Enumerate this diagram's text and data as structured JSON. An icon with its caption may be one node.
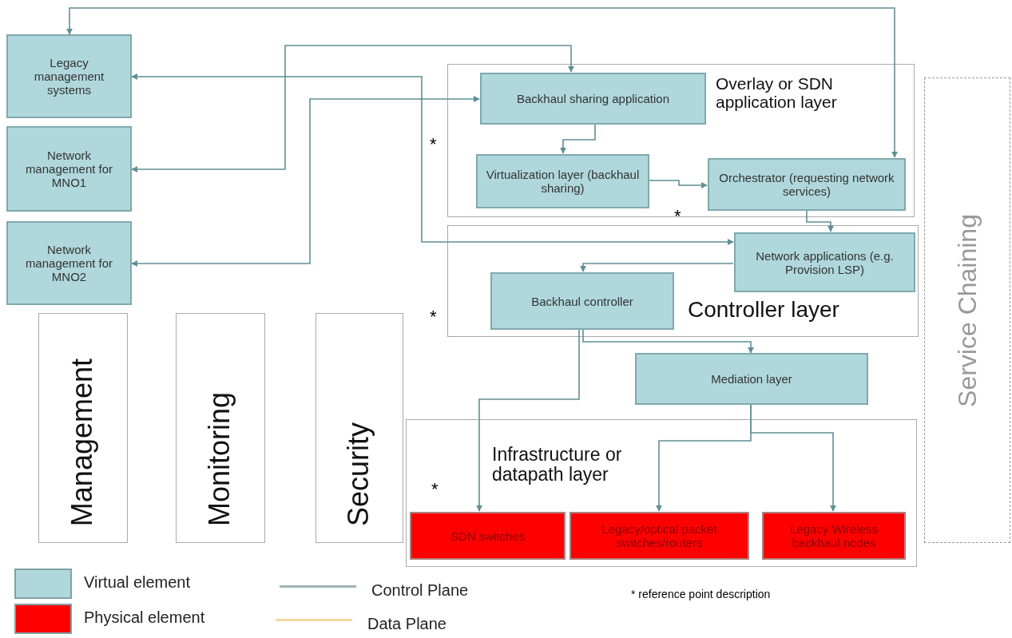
{
  "diagram": {
    "nodes": [
      {
        "text": [
          "Management"
        ]
      },
      {
        "text": [
          "Legacy management systems"
        ]
      },
      {
        "text": [
          "Network management for MNO1"
        ]
      },
      {
        "text": [
          "Network management for MNO2"
        ]
      },
      {
        "text": [
          "Monitoring"
        ]
      },
      {
        "text": [
          "Security"
        ]
      },
      {
        "text": [
          "Overlay or SDN application layer"
        ]
      },
      {
        "text": [
          "Backhaul sharing application"
        ],
        "in": 6
      },
      {
        "text": [
          "Virtualization layer (backhaul sharing)"
        ],
        "in": 6
      },
      {
        "text": [
          "Orchestrator (requesting network services)"
        ],
        "in": 6
      },
      {
        "text": [
          "Controller layer"
        ]
      },
      {
        "text": [
          "Network applications (e.g. Provision LSP)"
        ],
        "in": 10
      },
      {
        "text": [
          "Backhaul controller"
        ],
        "in": 10
      },
      {
        "text": [
          "Mediation layer"
        ]
      },
      {
        "text": [
          "Infrastructure or datapath layer"
        ]
      },
      {
        "text": [
          "SDN switches"
        ],
        "in": 14
      },
      {
        "text": [
          "Legacy/optical packet switches/routers"
        ],
        "in": 14
      },
      {
        "text": [
          "Legacy Wireless backhaul nodes"
        ],
        "in": 14
      },
      {
        "text": [
          "Service Chaining"
        ]
      }
    ],
    "edges": [
      {
        "from": 9,
        "to": 1,
        "arrow": "both"
      },
      {
        "from": 1,
        "to": 11,
        "arrow": "both"
      },
      {
        "from": 2,
        "to": 7,
        "arrow": "both"
      },
      {
        "from": 3,
        "to": 7,
        "arrow": "both"
      },
      {
        "from": 7,
        "to": 8,
        "arrow": "to"
      },
      {
        "from": 8,
        "to": 9,
        "arrow": "to"
      },
      {
        "from": 9,
        "to": 11,
        "arrow": "to"
      },
      {
        "from": 11,
        "to": 12,
        "arrow": "to"
      },
      {
        "from": 12,
        "to": 13,
        "arrow": "to"
      },
      {
        "from": 12,
        "to": 15,
        "arrow": "to"
      },
      {
        "from": 13,
        "to": 16,
        "arrow": "to"
      },
      {
        "from": 13,
        "to": 17,
        "arrow": "to"
      }
    ],
    "labels": [
      "*",
      "*",
      "*",
      "*",
      "* reference point description"
    ],
    "legend": [
      {
        "text": "Virtual element",
        "color": "#b0d8dc"
      },
      {
        "text": "Physical element",
        "color": "#ff0000"
      },
      {
        "text": "Control Plane"
      },
      {
        "text": "Data Plane"
      }
    ]
  }
}
